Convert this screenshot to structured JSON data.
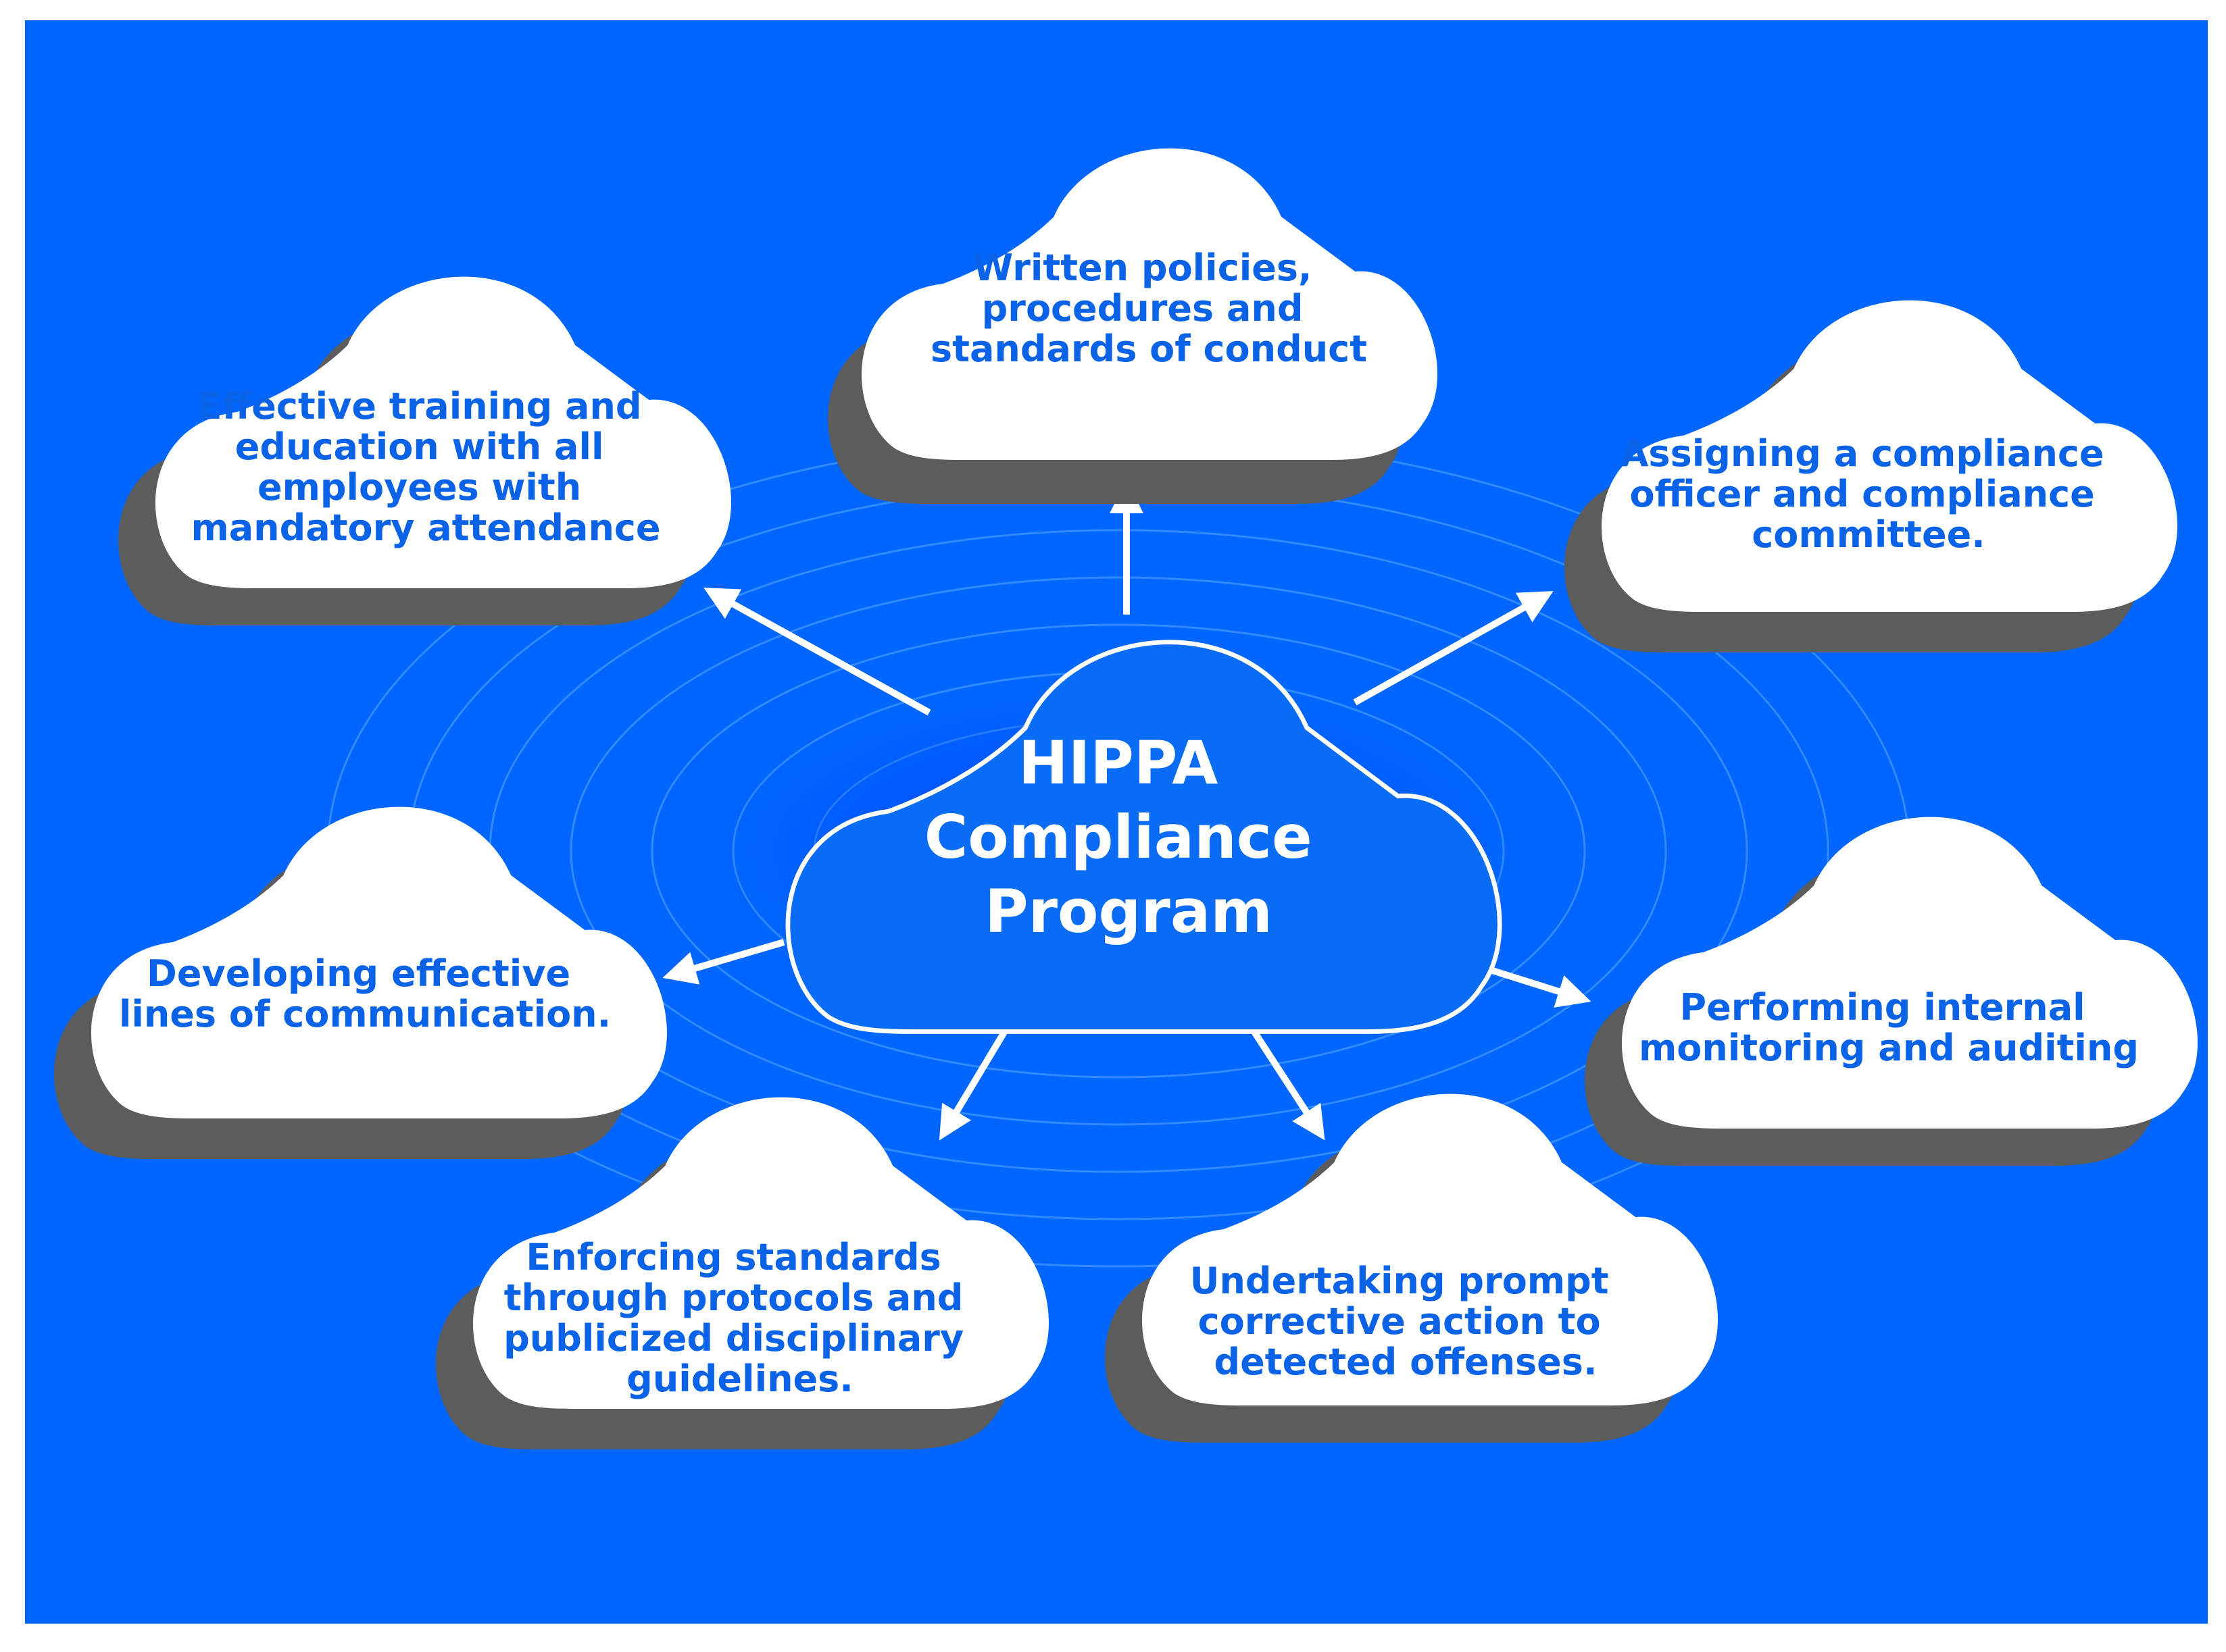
{
  "colors": {
    "background": "#0066ff",
    "frame": "#ffffff",
    "cloud": "#ffffff",
    "cloud_shadow": "#5c5c5c",
    "item_text": "#0a63e6",
    "center_fill": "#0a6cf5",
    "center_text": "#ffffff",
    "ring": "#5aa8ff",
    "arrow": "#ffffff"
  },
  "center": {
    "lines": [
      "HIPPA",
      "Compliance",
      "Program"
    ]
  },
  "items": [
    {
      "id": "policies",
      "lines": [
        "Written policies,",
        "procedures and",
        "standards of conduct"
      ]
    },
    {
      "id": "officer",
      "lines": [
        "Assigning a compliance",
        "officer and compliance",
        "committee."
      ]
    },
    {
      "id": "monitoring",
      "lines": [
        "Performing internal",
        "monitoring and auditing"
      ]
    },
    {
      "id": "corrective",
      "lines": [
        "Undertaking prompt",
        "corrective action to",
        "detected offenses."
      ]
    },
    {
      "id": "enforcing",
      "lines": [
        "Enforcing standards",
        "through protocols and",
        "publicized disciplinary",
        "guidelines."
      ]
    },
    {
      "id": "communication",
      "lines": [
        "Developing effective",
        "lines of communication."
      ]
    },
    {
      "id": "training",
      "lines": [
        "Effective training and",
        "education with all",
        "employees with",
        "mandatory attendance"
      ]
    }
  ]
}
